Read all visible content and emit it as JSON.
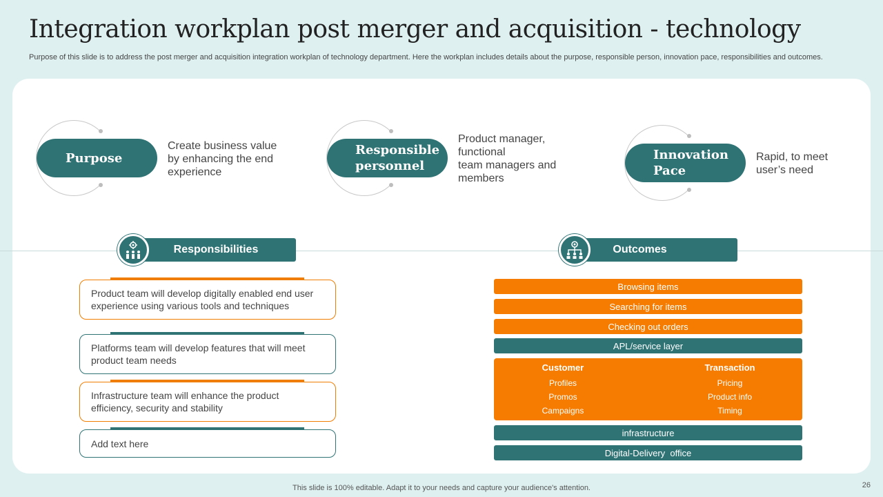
{
  "title": "Integration workplan post merger and acquisition - technology",
  "subtitle": "Purpose of this slide is to address the post merger and acquisition integration workplan of technology department. Here the workplan includes details about the purpose, responsible person, innovation pace, responsibilities and outcomes.",
  "pillars": [
    {
      "label_lines": [
        "Purpose"
      ],
      "text_lines": [
        "Create business value",
        "by enhancing the end",
        "experience"
      ]
    },
    {
      "label_lines": [
        "Responsible",
        "personnel"
      ],
      "text_lines": [
        "Product manager,",
        "functional",
        "team managers and",
        "members"
      ]
    },
    {
      "label_lines": [
        "Innovation",
        "Pace"
      ],
      "text_lines": [
        "Rapid, to meet",
        "user’s need"
      ]
    }
  ],
  "responsibilities": {
    "title": "Responsibilities",
    "icon": "team-gear-icon",
    "items": [
      {
        "lines": [
          "Product team will develop digitally enabled end user",
          "experience using various tools and techniques"
        ],
        "color": "orange"
      },
      {
        "lines": [
          "Platforms team will develop features that will meet",
          "product team needs"
        ],
        "color": "teal"
      },
      {
        "lines": [
          "Infrastructure team will enhance the product",
          "efficiency, security and stability"
        ],
        "color": "orange"
      },
      {
        "lines": [
          "Add text here"
        ],
        "color": "teal"
      }
    ]
  },
  "outcomes": {
    "title": "Outcomes",
    "icon": "hierarchy-gear-icon",
    "top_bars": [
      "Browsing items",
      "Searching for items",
      "Checking out orders"
    ],
    "service_bar": "APL/service layer",
    "customer": {
      "title": "Customer",
      "items": [
        "Profiles",
        "Promos",
        "Campaigns"
      ]
    },
    "transaction": {
      "title": "Transaction",
      "items": [
        "Pricing",
        "Product info",
        "Timing"
      ]
    },
    "bottom_bars": [
      "infrastructure",
      "Digital-Delivery  office"
    ]
  },
  "footer": "This slide is 100% editable. Adapt it to your needs and capture your audience's attention.",
  "page_number": "26",
  "colors": {
    "teal": "#2f7375",
    "orange": "#f57c00",
    "background": "#dff0f0"
  }
}
